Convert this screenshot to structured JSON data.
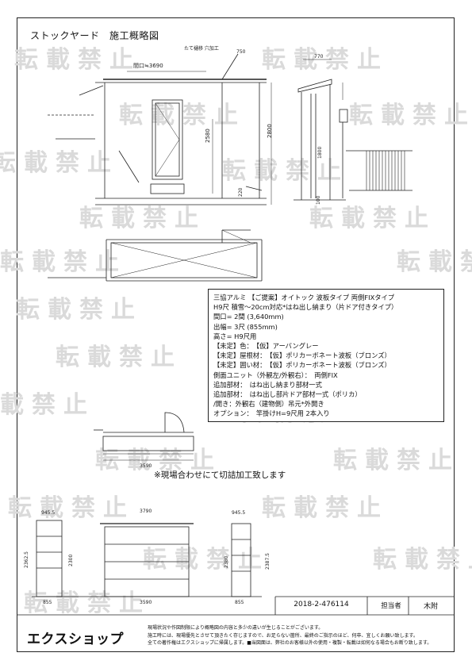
{
  "title": "ストックヤード　施工概略図",
  "watermark": "転載禁止",
  "spec": {
    "lines": [
      "三協アルミ 【ご提案】オイトック 波板タイプ 両側FIXタイプ",
      " H9尺 積雪～20cm対応*はね出し納まり（片ドア付きタイプ）",
      "間口= 2間 (3,640mm)",
      "出幅= 3尺 (855mm)",
      "高さ= H9尺用",
      "【未定】色：　【仮】アーバングレー",
      "【未定】屋根材：　【仮】ポリカーボネート波板（ブロンズ）",
      "【未定】囲い材：　【仮】ポリカーボネート波板（ブロンズ）",
      "側面ユニット（外観左/外観右）：　両側FIX",
      "追加部材：　はね出し納まり部材一式",
      "追加部材：　はね出し部片ドア部材一式（ポリカ）",
      "/開き：外観右（建物側）吊元*外開き",
      "オプション：　竿掛けH=9尺用 2本入り"
    ]
  },
  "note": "※現場合わせにて切詰加工致します",
  "title_block": {
    "code": "2018-2-476114",
    "label": "担当者",
    "name": "木附"
  },
  "logo": "エクスショップ",
  "disclaimer": [
    "現場状況や作図制限により概略図の内容と多少の違いが生じることがございます。",
    "施工時には、現場優先とさせて頂きたく存じますので、お足らない箇所、最終のご指示のほど、何卒、宜しくお願い致します。",
    "全ての著作権はエクスショップに帰属します。■当図面は、弊社のお客様以外の使用・複製・転載は如何なる場合もお断り致します。"
  ],
  "dimensions": {
    "front_width": "間口≒3690",
    "door_label": "たて樋移 穴加工",
    "front_offset": "750",
    "front_height": "2580",
    "overall_height": "2800",
    "side_top": "770",
    "side_inner": "1800",
    "small_220": "220",
    "small_100": "100",
    "plan_width": "3590",
    "elev_width": "3790",
    "elev_left": "945.5",
    "elev_right": "945.5",
    "elev_h1": "2362.5",
    "elev_h2": "2300",
    "elev_h3": "2380",
    "elev_h4": "2387.5",
    "elev_b1": "855",
    "elev_b2": "3590",
    "elev_b3": "855"
  }
}
